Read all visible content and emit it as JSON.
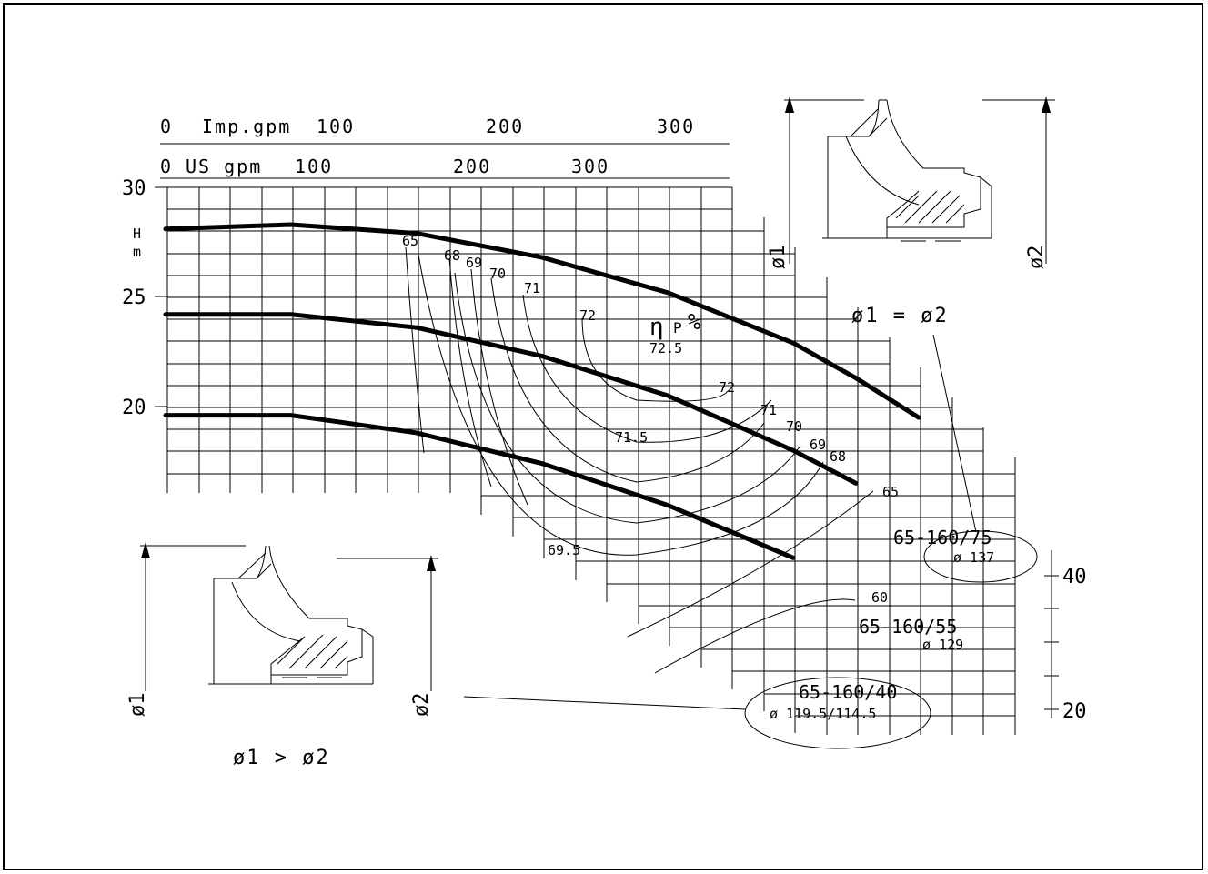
{
  "chart_data": {
    "type": "line",
    "top_axes": [
      {
        "label": "Imp.gpm",
        "ticks": [
          "0",
          "100",
          "200",
          "300"
        ]
      },
      {
        "label": "US gpm",
        "ticks": [
          "0",
          "100",
          "200",
          "300"
        ]
      }
    ],
    "left_axis": {
      "label": "H",
      "unit": "m",
      "ticks": [
        "30",
        "25",
        "20"
      ],
      "range": [
        16,
        30
      ]
    },
    "right_axis": {
      "ticks": [
        "40",
        "20"
      ]
    },
    "efficiency_label": {
      "symbol": "η",
      "subscript": "P",
      "unit": "%"
    },
    "series": [
      {
        "name": "65-160/75",
        "diameter": "ø 137",
        "x": [
          0,
          10,
          20,
          30,
          40,
          50,
          55,
          60
        ],
        "y": [
          28.1,
          28.3,
          27.9,
          26.8,
          25.2,
          22.9,
          21.3,
          19.5
        ]
      },
      {
        "name": "65-160/55",
        "diameter": "ø 129",
        "x": [
          0,
          10,
          20,
          30,
          40,
          50,
          55
        ],
        "y": [
          24.2,
          24.2,
          23.6,
          22.3,
          20.5,
          18.0,
          16.5
        ]
      },
      {
        "name": "65-160/40",
        "diameter": "ø 119.5/114.5",
        "x": [
          0,
          10,
          20,
          30,
          40,
          50
        ],
        "y": [
          19.6,
          19.6,
          18.8,
          17.4,
          15.5,
          13.1
        ]
      }
    ],
    "efficiency_labels": [
      "65",
      "68",
      "69",
      "70",
      "71",
      "72",
      "72.5",
      "72",
      "71",
      "70",
      "69",
      "68",
      "65",
      "71.5",
      "69.5",
      "60"
    ]
  },
  "annotations": {
    "left_section": {
      "d1": "ø1",
      "d2": "ø2",
      "relation": "ø1 > ø2"
    },
    "right_section": {
      "d1": "ø1",
      "d2": "ø2",
      "relation": "ø1 = ø2"
    }
  }
}
